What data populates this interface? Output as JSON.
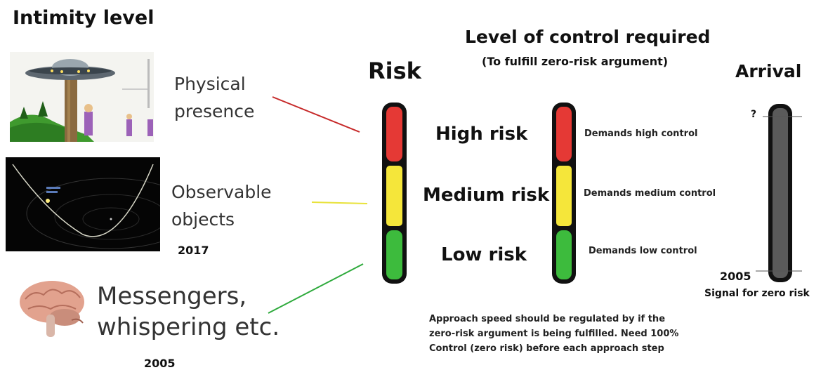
{
  "headings": {
    "intimity": "Intimity level",
    "risk": "Risk",
    "control_title": "Level of control required",
    "control_subtitle": "(To fulfill zero-risk argument)",
    "arrival": "Arrival"
  },
  "intimity_levels": [
    {
      "line1": "Physical",
      "line2": "presence",
      "year": ""
    },
    {
      "line1": "Observable",
      "line2": "objects",
      "year": "2017"
    },
    {
      "line1": "Messengers,",
      "line2": "whispering etc.",
      "year": "2005"
    }
  ],
  "risk_levels": [
    "High risk",
    "Medium risk",
    "Low risk"
  ],
  "control_levels": [
    "Demands high control",
    "Demands medium control",
    "Demands low control"
  ],
  "arrival": {
    "top_marker": "?",
    "bottom_marker": "2005",
    "caption": "Signal for zero risk"
  },
  "note": [
    "Approach speed should be regulated by if the",
    "zero-risk argument is being fulfilled. Need 100%",
    "Control (zero risk) before each approach step"
  ],
  "colors": {
    "high": "#e53935",
    "medium": "#f5e63a",
    "low": "#3dbb3d",
    "line_physical": "#c62828",
    "line_observable": "#e8e23a",
    "line_messengers": "#2eaa3c",
    "arrival_bar": "#5a5a5a"
  },
  "images": [
    "ufo-scene-image",
    "orbit-trajectory-image",
    "brain-image"
  ]
}
